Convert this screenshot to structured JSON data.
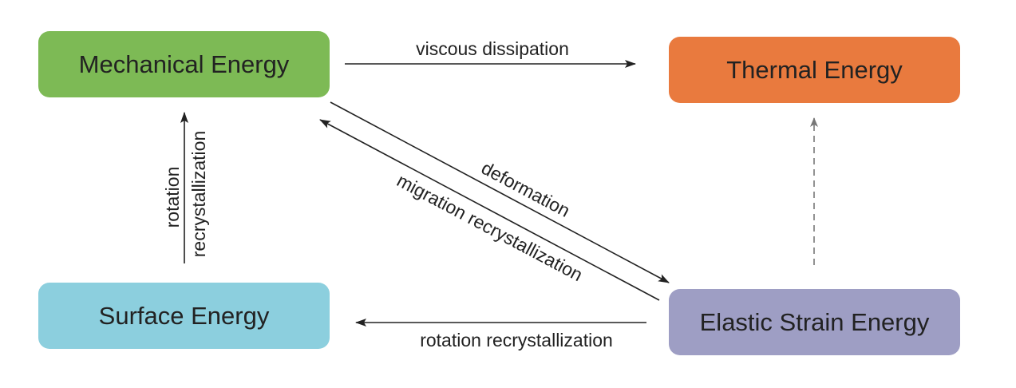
{
  "nodes": {
    "mechanical": {
      "label": "Mechanical Energy",
      "color": "#7dba55"
    },
    "thermal": {
      "label": "Thermal Energy",
      "color": "#e97a3e"
    },
    "surface": {
      "label": "Surface Energy",
      "color": "#8ccfde"
    },
    "elastic": {
      "label": "Elastic Strain Energy",
      "color": "#9e9ec4"
    }
  },
  "edges": {
    "viscous_dissipation": "viscous dissipation",
    "deformation": "deformation",
    "migration_recrystallization": "migration recrystallization",
    "rotation_recrystallization_bottom": "rotation recrystallization",
    "rotation_vertical_line1": "rotation",
    "rotation_vertical_line2": "recrystallization"
  },
  "colors": {
    "arrow": "#222222",
    "dashed_arrow": "#777777"
  }
}
